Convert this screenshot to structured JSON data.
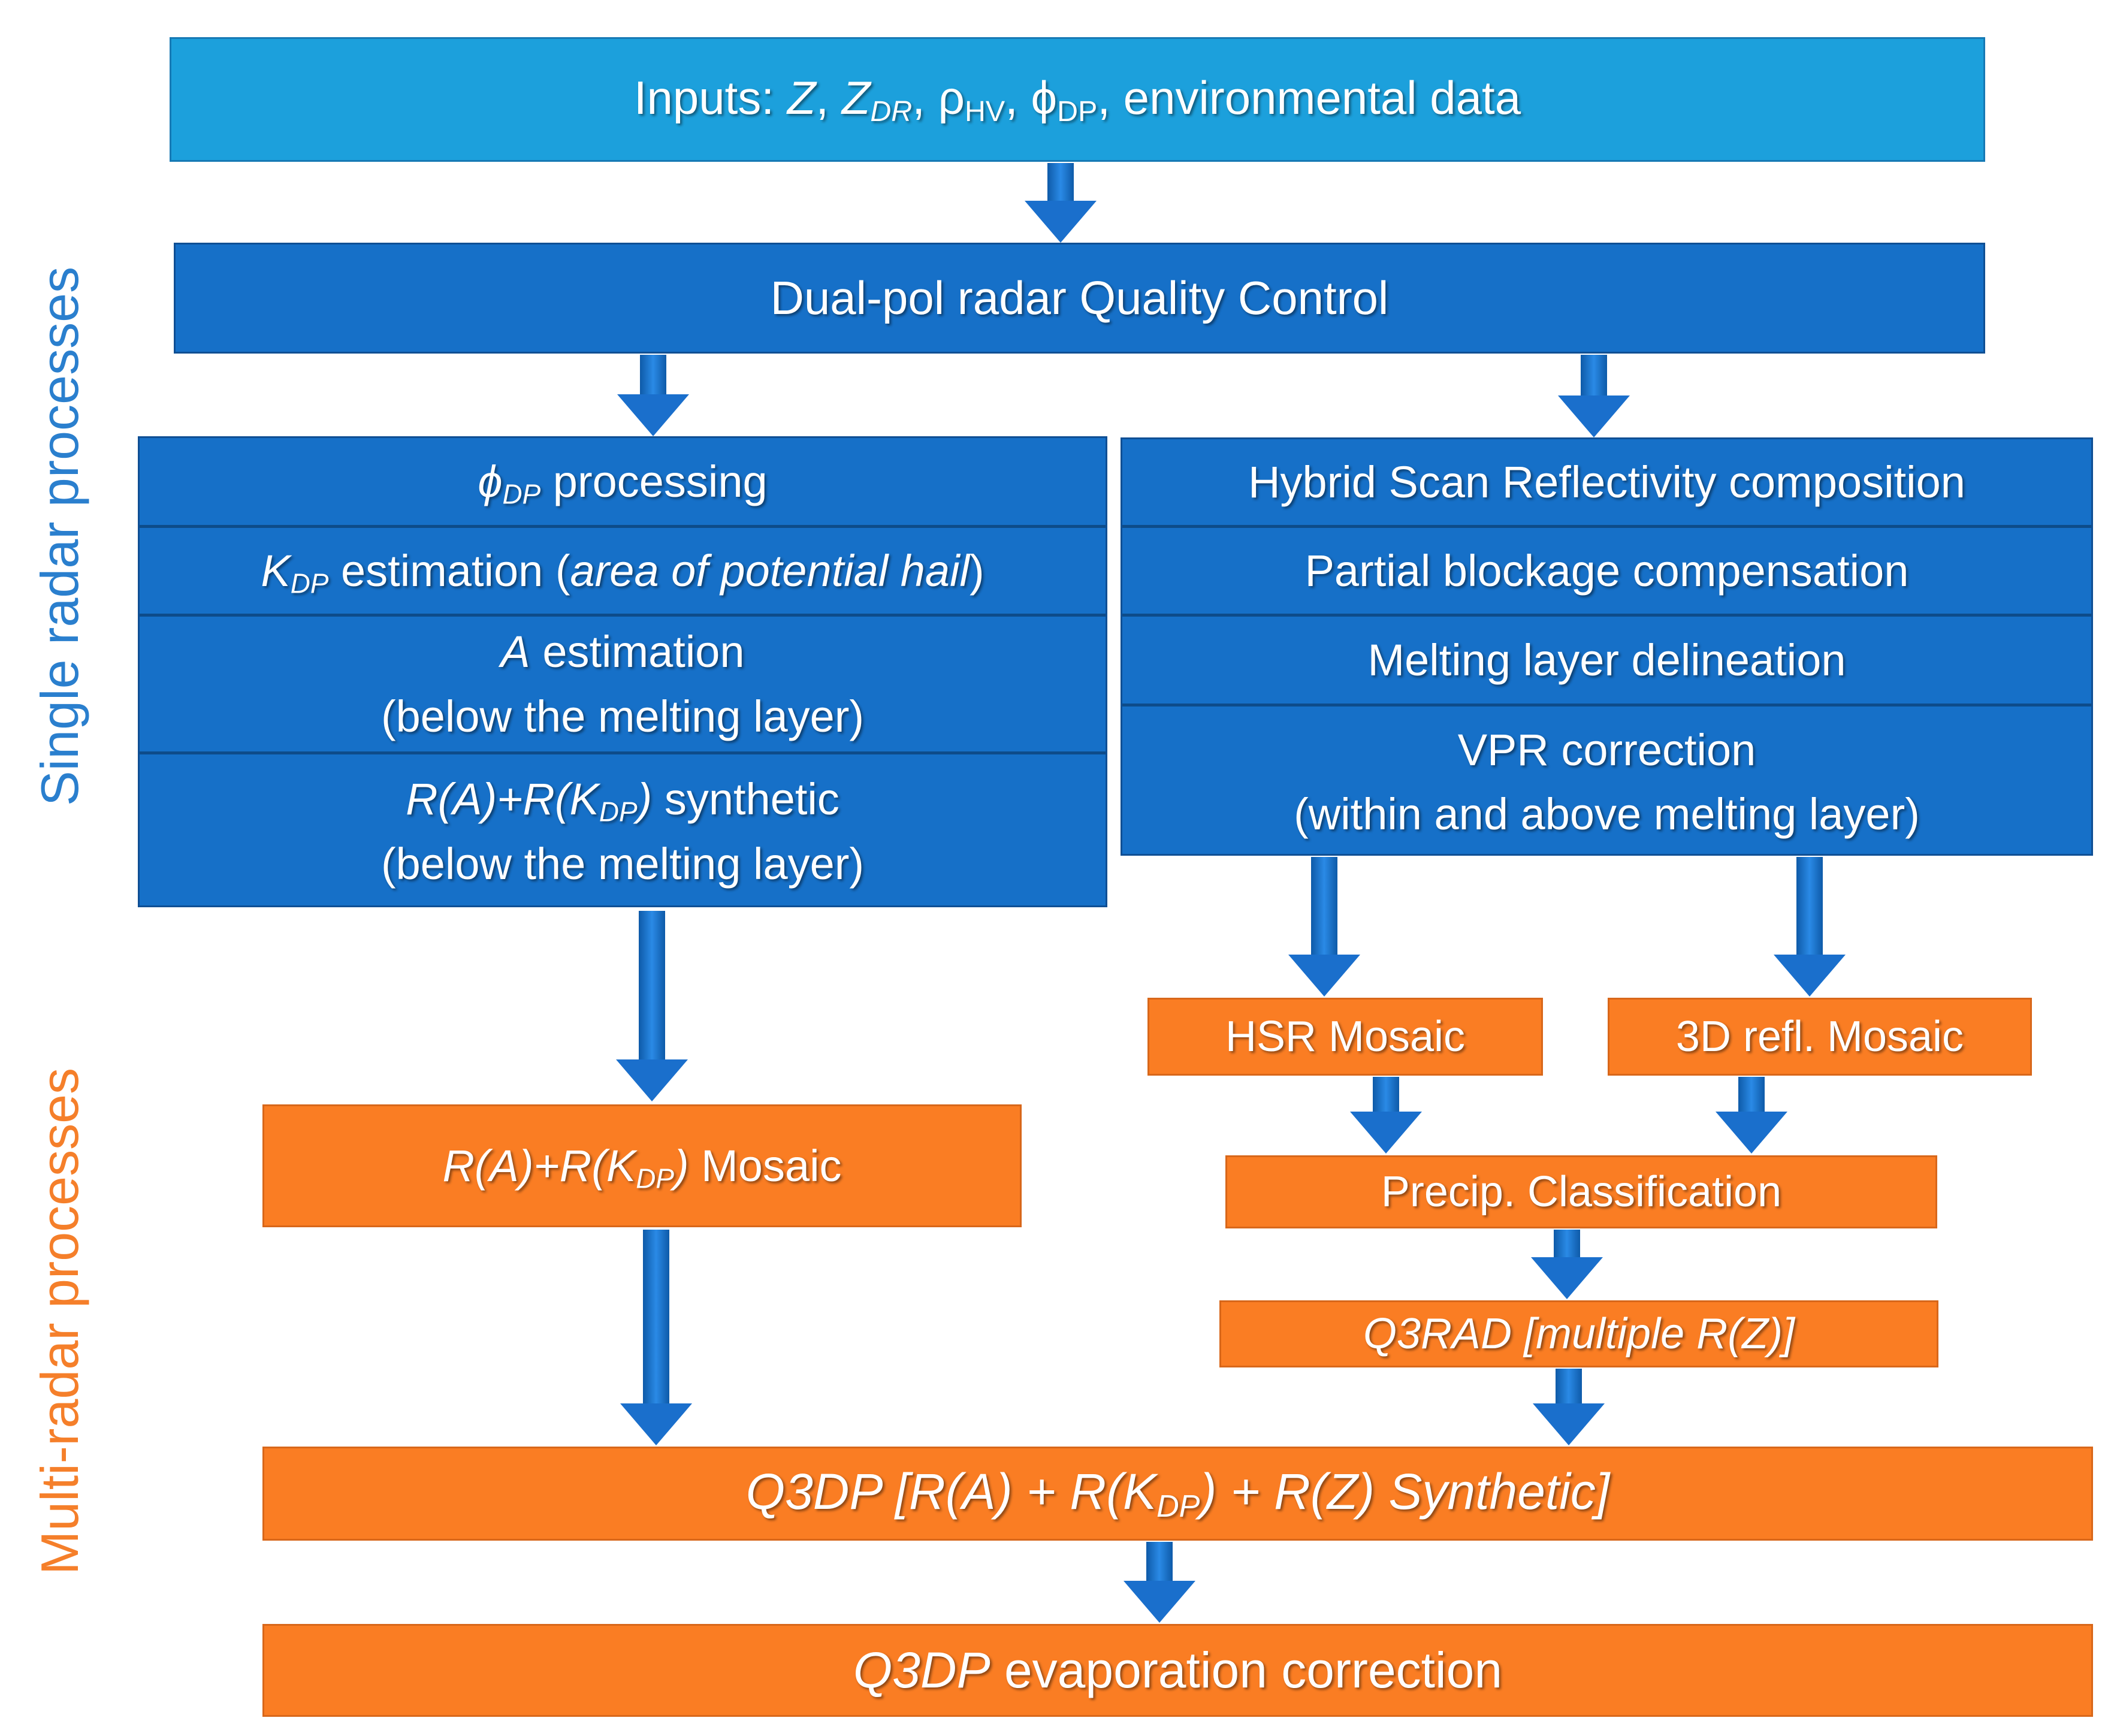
{
  "side_labels": {
    "single": "Single radar processes",
    "multi": "Multi-radar processes"
  },
  "inputs": {
    "prefix": "Inputs: ",
    "z": "Z",
    "sep1": ", ",
    "zdr_base": "Z",
    "zdr_sub": "DR",
    "sep2": ", ",
    "rho_base": "ρ",
    "rho_sub": "HV",
    "sep3": ", ",
    "phi_base": "ϕ",
    "phi_sub": "DP",
    "suffix": ", environmental data"
  },
  "qc": {
    "label": "Dual-pol radar Quality Control"
  },
  "left_steps": {
    "phidp": {
      "base": "ϕ",
      "sub": "DP",
      "rest": " processing"
    },
    "kdp": {
      "base": "K",
      "sub": "DP",
      "rest": " estimation (",
      "italic": "area of potential hail",
      "close": ")"
    },
    "a_est": {
      "a": "A",
      "rest": " estimation",
      "line2": "(below the melting layer)"
    },
    "synthetic": {
      "p1": "R(A)+R(K",
      "sub": "DP",
      "p2": ")",
      "rest": " synthetic",
      "line2": "(below the melting layer)"
    }
  },
  "right_steps": {
    "hybrid": "Hybrid Scan Reflectivity composition",
    "partial": "Partial blockage compensation",
    "melting": "Melting layer delineation",
    "vpr": {
      "line1": "VPR correction",
      "line2": "(within and above melting layer)"
    }
  },
  "mosaics": {
    "hsr": "HSR Mosaic",
    "refl3d": "3D refl. Mosaic",
    "ra_rkdp": {
      "p1": "R(A)+R(K",
      "sub": "DP",
      "p2": ")",
      "rest": " Mosaic"
    }
  },
  "precip": "Precip. Classification",
  "q3rad": "Q3RAD [multiple R(Z)]",
  "q3dp": {
    "p1": "Q3DP [R(A) + R(K",
    "sub": "DP",
    "p2": ") + R(Z) Synthetic]"
  },
  "evap": {
    "q3dp": "Q3DP",
    "rest": " evaporation correction"
  },
  "colors": {
    "input_blue": "#1ca0dc",
    "process_blue": "#1670c8",
    "mosaic_orange": "#fa7d23",
    "arrow_blue": "#1a6fcc"
  }
}
